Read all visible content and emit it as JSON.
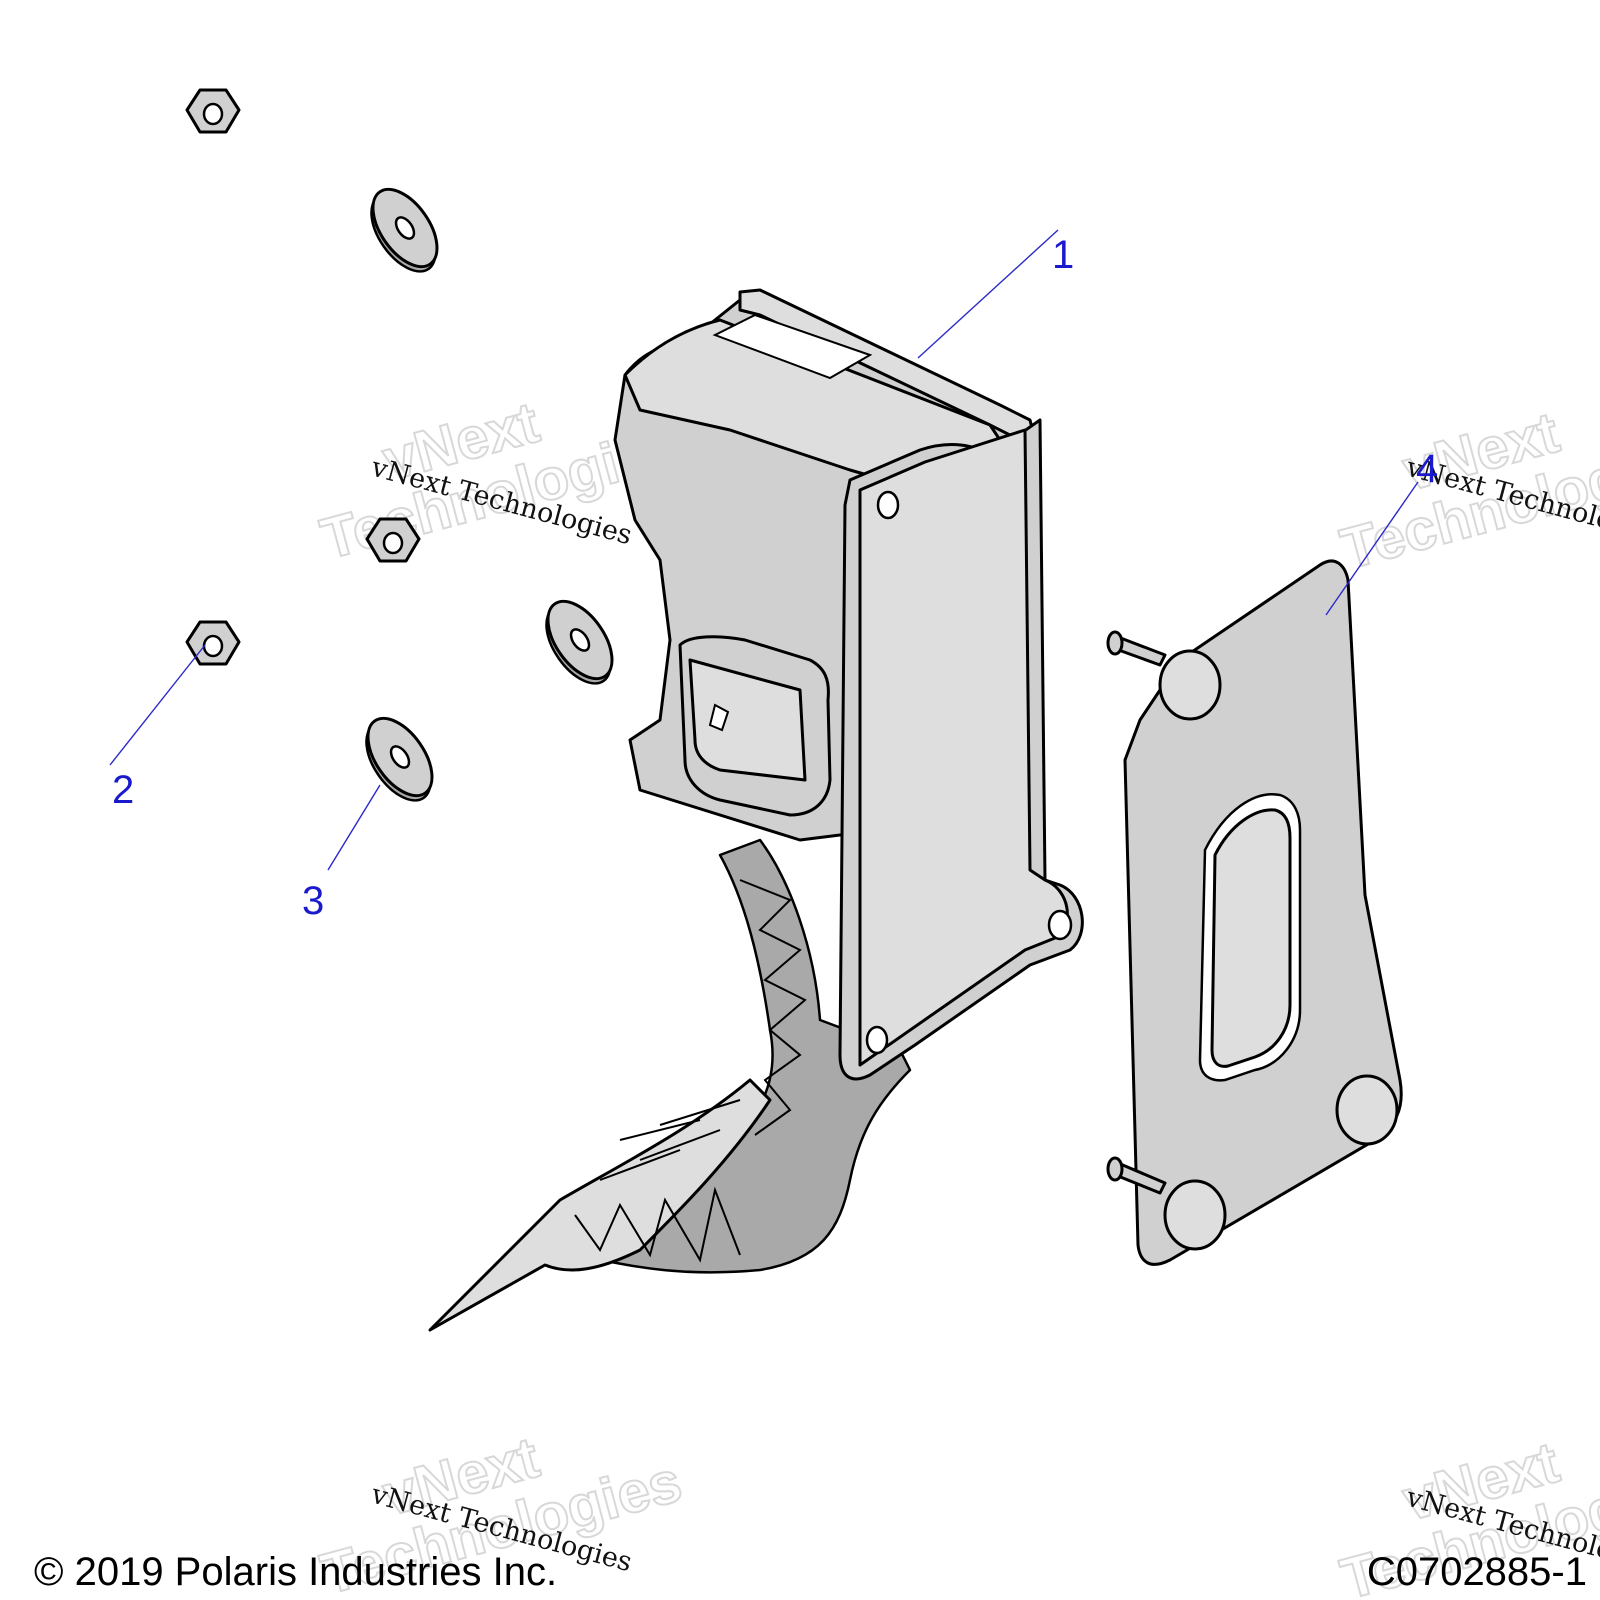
{
  "callouts": [
    {
      "number": "1"
    },
    {
      "number": "2"
    },
    {
      "number": "3"
    },
    {
      "number": "4"
    }
  ],
  "watermark": {
    "line_big_1": "vNext",
    "line_big_2": "Technologies",
    "line_small": "vNext Technologies"
  },
  "footer": {
    "copyright": "© 2019 Polaris Industries Inc.",
    "drawing_number": "C0702885-1"
  },
  "colors": {
    "callout": "#1a1acc",
    "part_fill": "#d0d0d0",
    "part_shade": "#a9a9a9"
  }
}
